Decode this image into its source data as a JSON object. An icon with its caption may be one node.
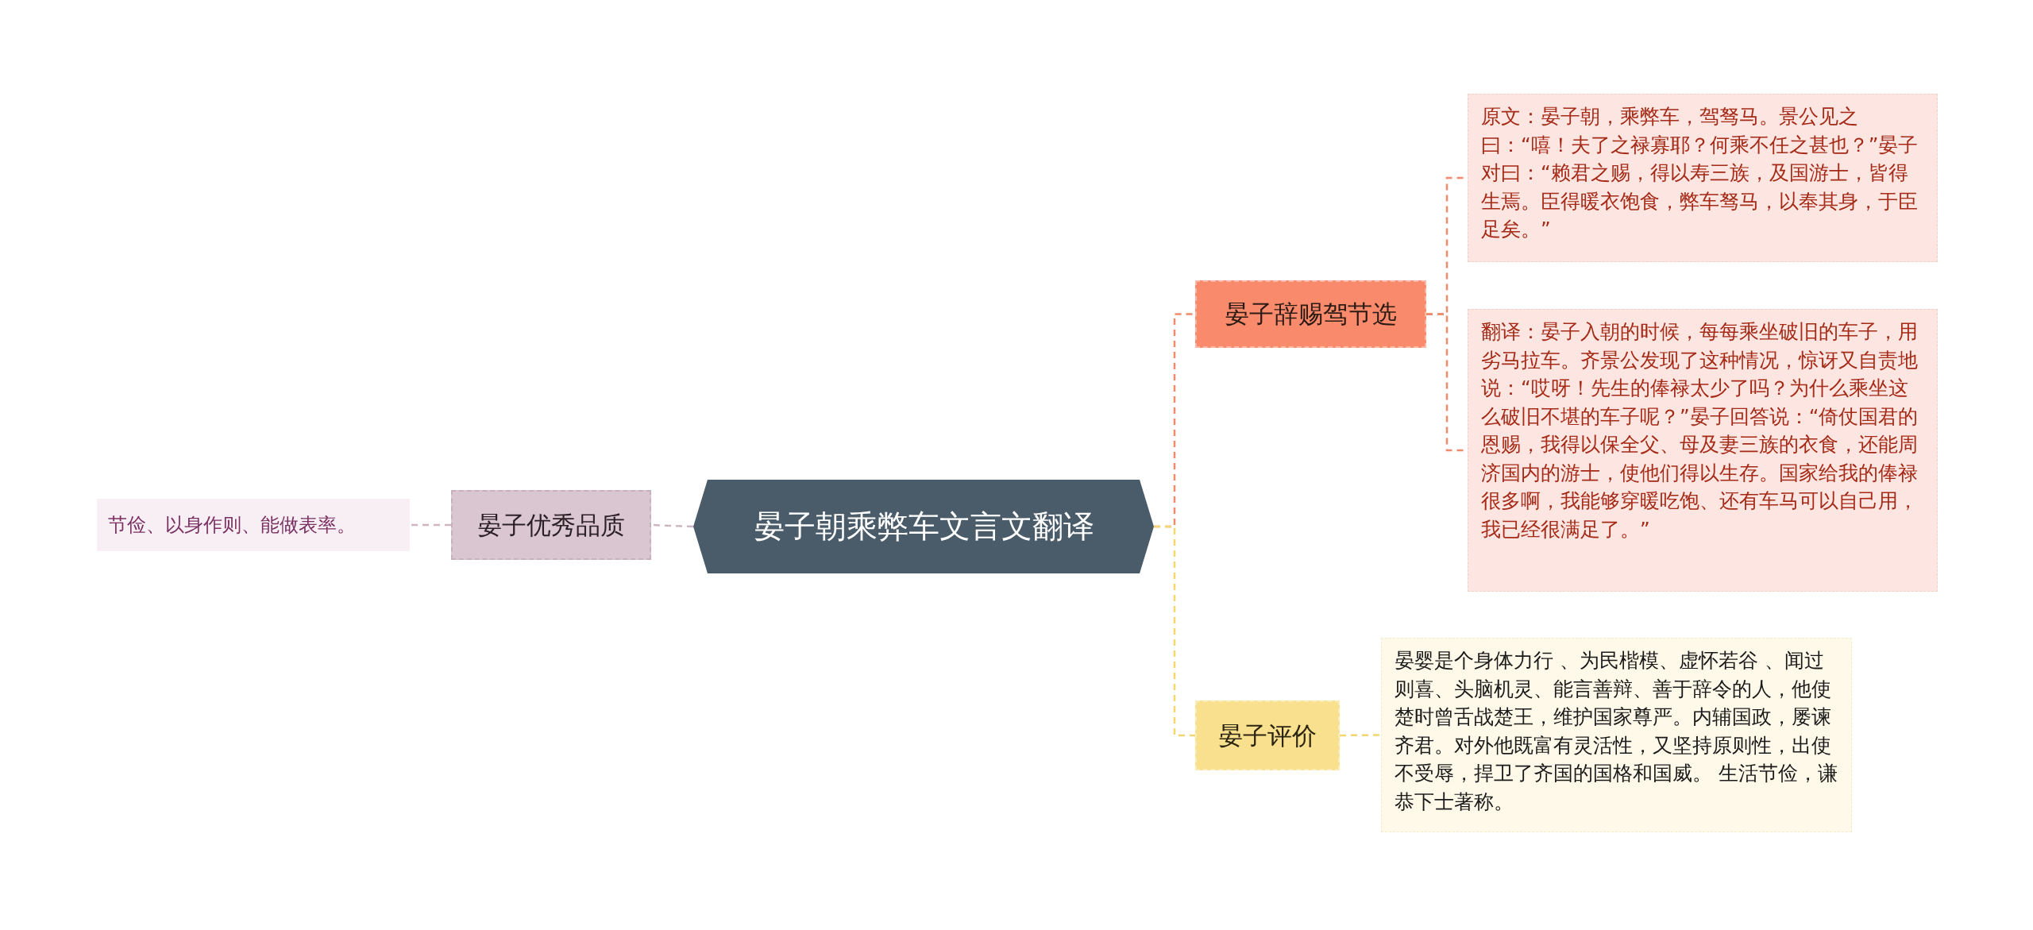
{
  "diagram": {
    "nodes": [
      {
        "text": [
          "晏子朝乘弊车文言文翻译"
        ]
      },
      {
        "text": [
          "晏子辞赐驾节选"
        ]
      },
      {
        "text": [
          "原文：晏子朝，乘弊车，驾驽马。景公见之曰：“嘻！夫了之禄寡耶？何乘不任之甚也？”晏子对曰：“赖君之赐，得以寿三族，及国游士，皆得生焉。臣得暖衣饱食，弊车驽马，以奉其身，于臣足矣。”"
        ]
      },
      {
        "text": [
          "翻译：晏子入朝的时候，每每乘坐破旧的车子，用劣马拉车。齐景公发现了这种情况，惊讶又自责地说：“哎呀！先生的俸禄太少了吗？为什么乘坐这么破旧不堪的车子呢？”晏子回答说：“倚仗国君的恩赐，我得以保全父、母及妻三族的衣食，还能周济国内的游士，使他们得以生存。国家给我的俸禄很多啊，我能够穿暖吃饱、还有车马可以自己用，我已经很满足了。”"
        ]
      },
      {
        "text": [
          "晏子评价"
        ]
      },
      {
        "text": [
          "晏婴是个身体力行 、为民楷模、虚怀若谷 、闻过则喜、头脑机灵、能言善辩、善于辞令的人，他使楚时曾舌战楚王，维护国家尊严。内辅国政，屡谏齐君。对外他既富有灵活性，又坚持原则性，出使不受辱，捍卫了齐国的国格和国威。 生活节俭，谦恭下士著称。"
        ]
      },
      {
        "text": [
          "晏子优秀品质"
        ]
      },
      {
        "text": [
          "节俭、以身作则、能做表率。"
        ]
      }
    ],
    "edges": [
      {
        "from": 0,
        "to": 1,
        "arrow": "none",
        "style": "dashed",
        "color": "#f08a6a"
      },
      {
        "from": 1,
        "to": 2,
        "arrow": "none",
        "style": "dashed",
        "color": "#f08a6a"
      },
      {
        "from": 1,
        "to": 3,
        "arrow": "none",
        "style": "dashed",
        "color": "#f08a6a"
      },
      {
        "from": 0,
        "to": 4,
        "arrow": "none",
        "style": "dashed",
        "color": "#f3d66e"
      },
      {
        "from": 4,
        "to": 5,
        "arrow": "none",
        "style": "dashed",
        "color": "#f3d66e"
      },
      {
        "from": 0,
        "to": 6,
        "arrow": "none",
        "style": "dashed",
        "color": "#cdb6c2"
      },
      {
        "from": 6,
        "to": 7,
        "arrow": "none",
        "style": "dashed",
        "color": "#cdb6c2"
      }
    ]
  }
}
